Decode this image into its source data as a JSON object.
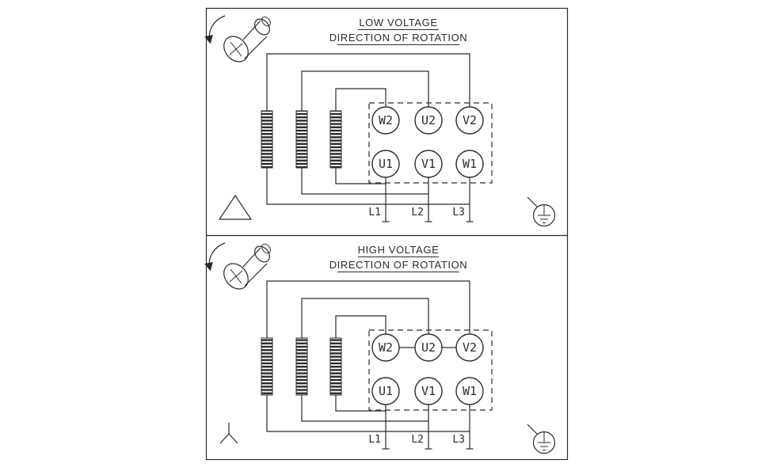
{
  "app": {
    "background_color": "#ffffff",
    "line_color": "#2b2b2b"
  },
  "panels": [
    {
      "title": "LOW VOLTAGE",
      "subtitle": "DIRECTION OF ROTATION",
      "connection": "delta",
      "terminals_top": [
        "W2",
        "U2",
        "V2"
      ],
      "terminals_bottom": [
        "U1",
        "V1",
        "W1"
      ],
      "supply_lines": [
        "L1",
        "L2",
        "L3"
      ]
    },
    {
      "title": "HIGH VOLTAGE",
      "subtitle": "DIRECTION OF ROTATION",
      "connection": "star",
      "terminals_top": [
        "W2",
        "U2",
        "V2"
      ],
      "terminals_bottom": [
        "U1",
        "V1",
        "W1"
      ],
      "supply_lines": [
        "L1",
        "L2",
        "L3"
      ]
    }
  ]
}
